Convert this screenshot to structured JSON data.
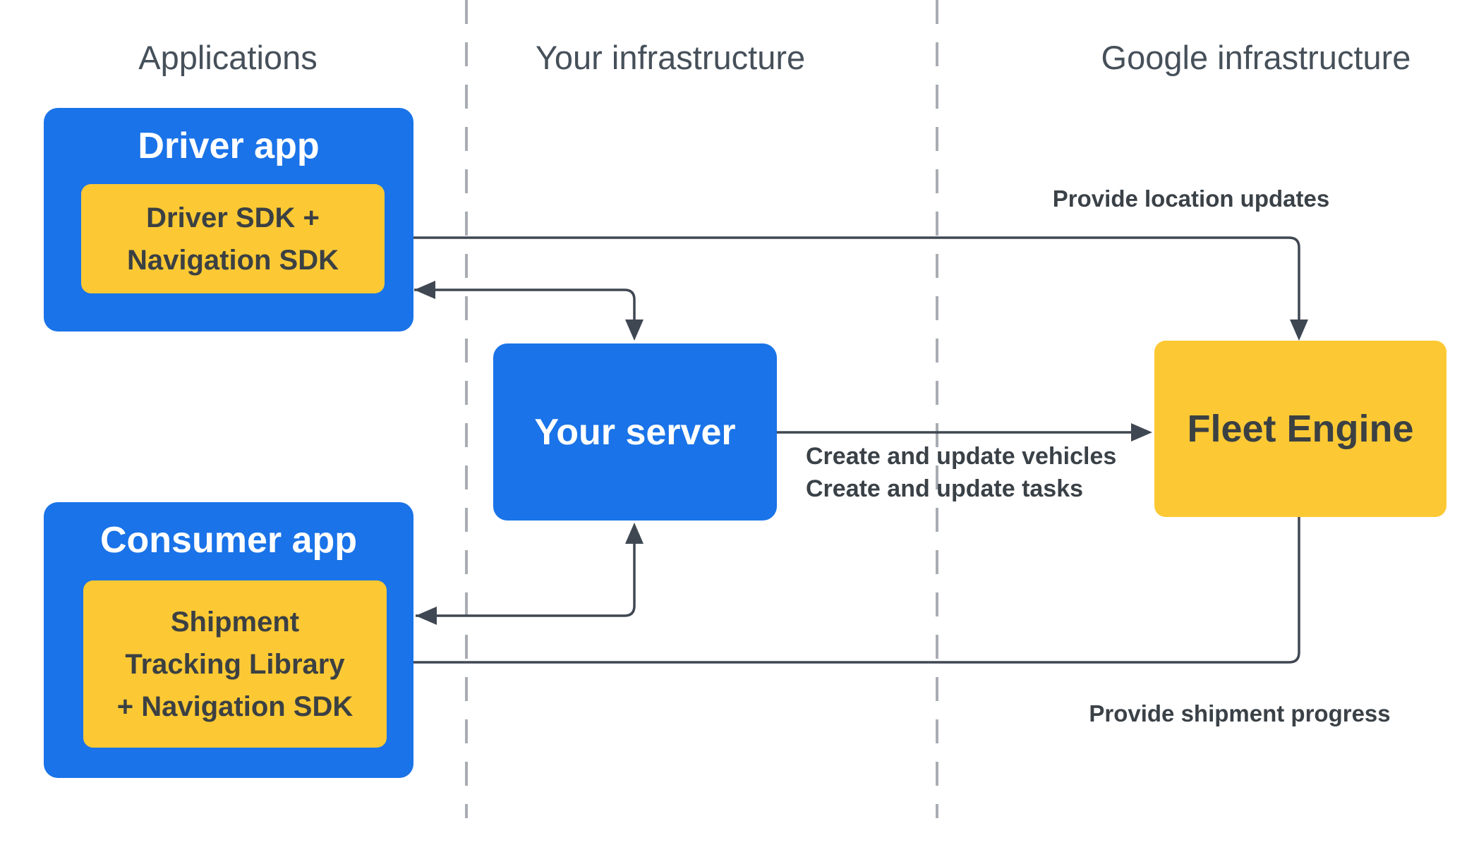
{
  "theme": {
    "blue": "#1A73E8",
    "yellow": "#FCC934",
    "title_ink": "#3B4043",
    "label_ink": "#3A4147",
    "line": "#3F4752",
    "dash": "#A8ADB3",
    "header_ink": "#46505A",
    "white": "#FFFFFF"
  },
  "headers": {
    "applications": "Applications",
    "your_infrastructure": "Your infrastructure",
    "google_infrastructure": "Google infrastructure"
  },
  "nodes": {
    "driver_app": {
      "title": "Driver app",
      "sdk_label": "Driver SDK +\nNavigation SDK"
    },
    "consumer_app": {
      "title": "Consumer app",
      "sdk_label": "Shipment\nTracking Library\n+ Navigation SDK"
    },
    "your_server": {
      "title": "Your server"
    },
    "fleet_engine": {
      "title": "Fleet Engine"
    }
  },
  "edges": {
    "provide_location_updates": {
      "label": "Provide location updates"
    },
    "create_update": {
      "label": "Create and update vehicles\nCreate and update tasks"
    },
    "provide_shipment_progress": {
      "label": "Provide shipment progress"
    }
  }
}
